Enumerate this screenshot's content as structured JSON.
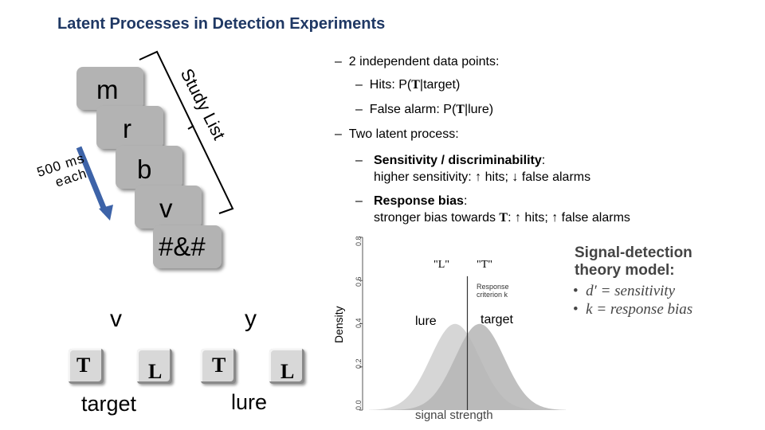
{
  "title": "Latent Processes in Detection Experiments",
  "study_list_label": "Study List",
  "timing_note": {
    "line1": "500 ms",
    "line2": "each"
  },
  "study_words": [
    "m",
    "r",
    "b",
    "v"
  ],
  "mask": "#&#",
  "test_items": [
    {
      "word": "v",
      "keys": [
        "T",
        "L"
      ],
      "label": "target"
    },
    {
      "word": "y",
      "keys": [
        "T",
        "L"
      ],
      "label": "lure"
    }
  ],
  "bullets": {
    "data_points": "2 independent data points:",
    "hits": "Hits: P(",
    "hits_T": "T",
    "hits_rest": "|target)",
    "false_alarm": "False alarm: P(",
    "fa_T": "T",
    "fa_rest": "|lure)",
    "latent": "Two latent process:",
    "sens_title": "Sensitivity / discriminability",
    "sens_colon": ":",
    "sens_desc": "higher sensitivity: ↑ hits; ↓ false alarms",
    "bias_title": "Response bias",
    "bias_colon": ":",
    "bias_desc_pre": "stronger bias towards ",
    "bias_T": "T",
    "bias_desc_post": ": ↑ hits; ↑ false alarms"
  },
  "chart_data": {
    "type": "area",
    "ylabel": "Density",
    "xlabel": "signal strength",
    "y_ticks": [
      "0.0",
      "0.2",
      "0.4",
      "0.6",
      "0.8"
    ],
    "ylim": [
      0,
      0.8
    ],
    "xlim": [
      -4,
      4
    ],
    "criterion_x": 0,
    "criterion_label": "Response criterion k",
    "region_labels": {
      "left": "\"L\"",
      "right": "\"T\""
    },
    "series": [
      {
        "name": "lure",
        "mean": -0.5,
        "sd": 1,
        "color": "#cfcfcf"
      },
      {
        "name": "target",
        "mean": 0.5,
        "sd": 1,
        "color": "#b5b5b5"
      }
    ]
  },
  "sdt_model": {
    "title_line1": "Signal-detection",
    "title_line2": "theory model:",
    "items": [
      "d′ = sensitivity",
      "k = response bias"
    ]
  }
}
